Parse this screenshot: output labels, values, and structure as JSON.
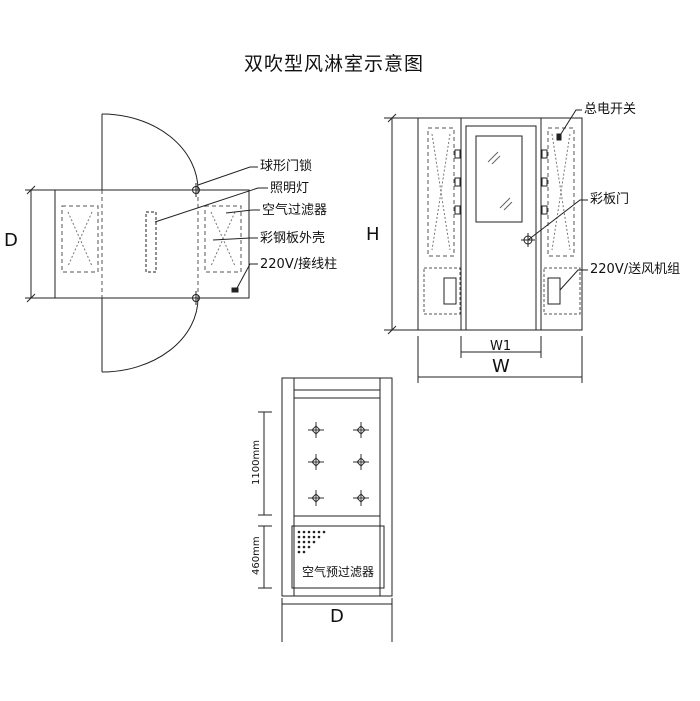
{
  "title": "双吹型风淋室示意图",
  "top_view": {
    "dim_depth": "D",
    "labels": {
      "ball_lock": "球形门锁",
      "light": "照明灯",
      "air_filter": "空气过滤器",
      "steel_shell": "彩钢板外壳",
      "terminal": "220V/接线柱"
    }
  },
  "front_view": {
    "dim_height": "H",
    "dim_door_width": "W1",
    "dim_width": "W",
    "labels": {
      "main_switch": "总电开关",
      "color_door": "彩板门",
      "fan_unit": "220V/送风机组"
    }
  },
  "side_view": {
    "dim_upper": "1100mm",
    "dim_lower": "460mm",
    "dim_depth": "D",
    "prefilter_label": "空气预过滤器"
  },
  "colors": {
    "line": "#222222",
    "dashed": "#555555",
    "background": "#ffffff"
  }
}
